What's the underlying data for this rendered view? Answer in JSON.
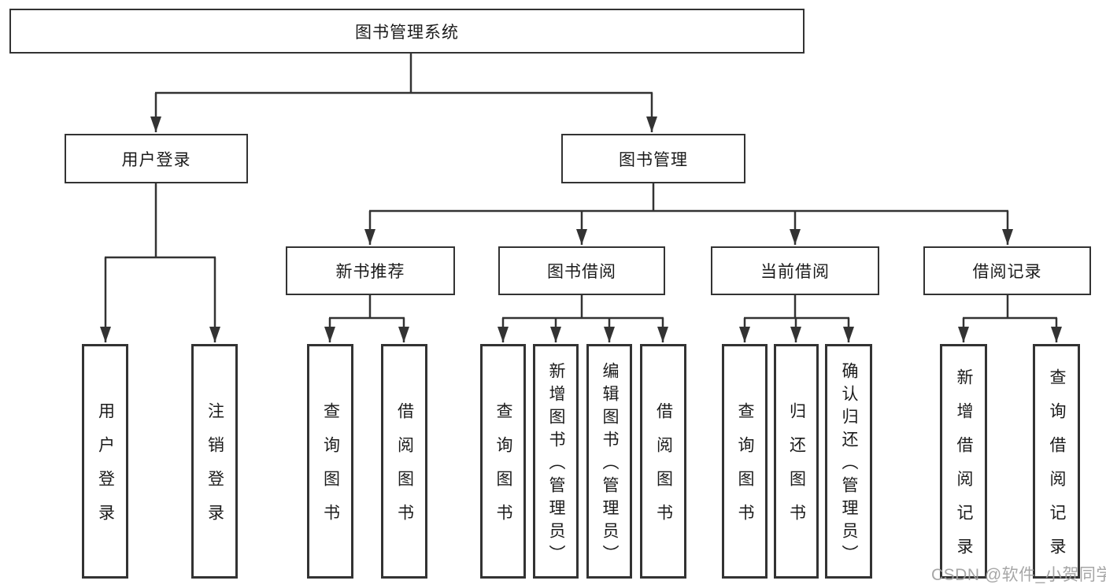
{
  "diagram": {
    "root": {
      "label": "图书管理系统"
    },
    "branches": {
      "user_login": {
        "label": "用户登录",
        "children": [
          {
            "label": "用户登录"
          },
          {
            "label": "注销登录"
          }
        ]
      },
      "book_management": {
        "label": "图书管理",
        "groups": [
          {
            "label": "新书推荐",
            "children": [
              {
                "label": "查询图书"
              },
              {
                "label": "借阅图书"
              }
            ]
          },
          {
            "label": "图书借阅",
            "children": [
              {
                "label": "查询图书"
              },
              {
                "label": "新增图书（管理员）"
              },
              {
                "label": "编辑图书（管理员）"
              },
              {
                "label": "借阅图书"
              }
            ]
          },
          {
            "label": "当前借阅",
            "children": [
              {
                "label": "查询图书"
              },
              {
                "label": "归还图书"
              },
              {
                "label": "确认归还（管理员）"
              }
            ]
          },
          {
            "label": "借阅记录",
            "children": [
              {
                "label": "新增借阅记录"
              },
              {
                "label": "查询借阅记录"
              }
            ]
          }
        ]
      }
    },
    "watermark": "CSDN @软件_小贺同学"
  },
  "colors": {
    "line": "#333333",
    "box_border": "#333333",
    "text": "#1b1b1b",
    "background": "#ffffff",
    "watermark": "#9e9e9e"
  }
}
